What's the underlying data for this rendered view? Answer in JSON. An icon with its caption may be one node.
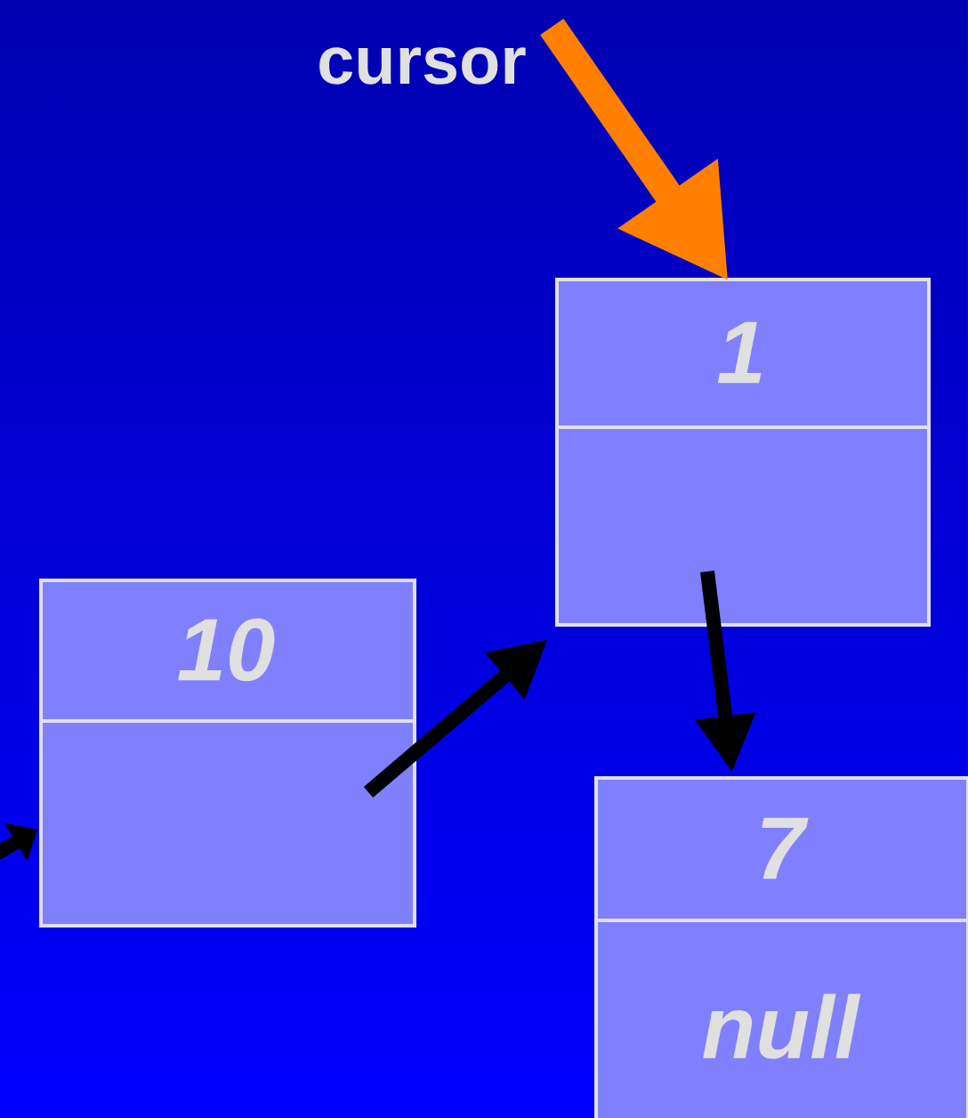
{
  "diagram": {
    "nodes": [
      {
        "text": [
          "cursor"
        ]
      },
      {
        "text": [
          "1"
        ]
      },
      {
        "text": [
          "10"
        ]
      },
      {
        "text": [
          "7",
          "null"
        ]
      }
    ],
    "edges": [
      {
        "from": 0,
        "to": 1,
        "arrow": "to",
        "style": "thick",
        "color": "#ff8000"
      },
      {
        "from": 2,
        "to": 1,
        "arrow": "to"
      },
      {
        "from": 1,
        "to": 3,
        "arrow": "to"
      },
      {
        "from": null,
        "to": 2,
        "arrow": "to"
      }
    ]
  }
}
